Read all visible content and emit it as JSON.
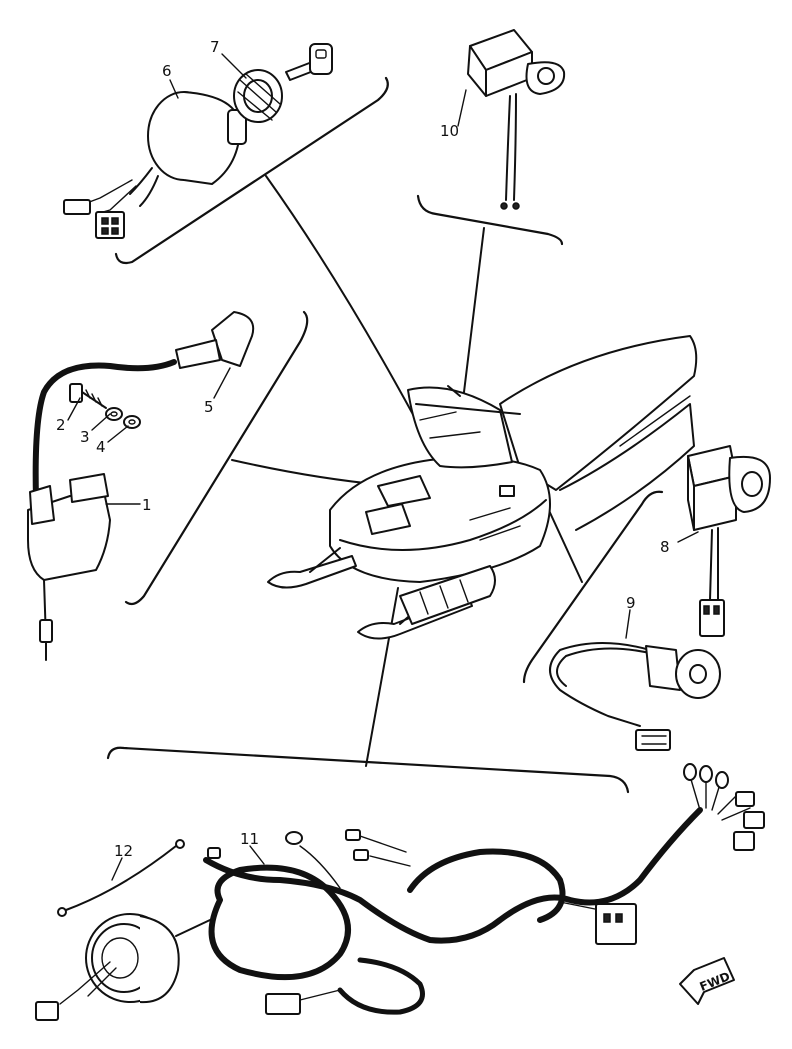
{
  "diagram": {
    "callouts": {
      "c1": "1",
      "c2": "2",
      "c3": "3",
      "c4": "4",
      "c5": "5",
      "c6": "6",
      "c7": "7",
      "c8": "8",
      "c9": "9",
      "c10": "10",
      "c11": "11",
      "c12": "12"
    },
    "direction_arrow": "FWD"
  }
}
